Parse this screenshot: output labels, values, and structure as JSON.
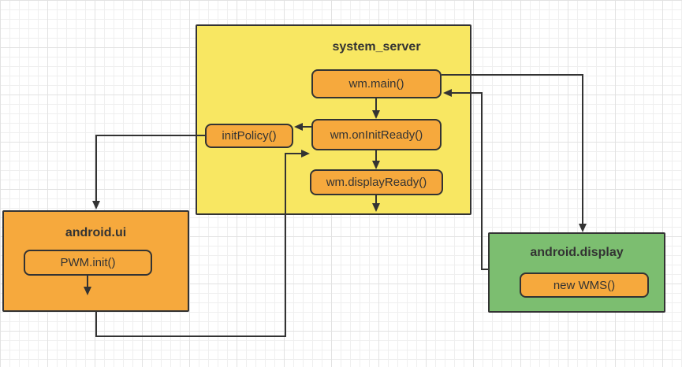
{
  "colors": {
    "background": "#ffffff",
    "grid_minor": "#efefef",
    "grid_major": "#e2e2e2",
    "yellow": "#f8e762",
    "orange": "#f6a93d",
    "green": "#7cbe70",
    "line": "#333333",
    "text": "#333333"
  },
  "diagram": {
    "system_server": {
      "title": "system_server",
      "nodes": {
        "wm_main": "wm.main()",
        "init_policy": "initPolicy()",
        "wm_on_init_ready": "wm.onInitReady()",
        "wm_display_ready": "wm.displayReady()"
      }
    },
    "android_ui": {
      "title": "android.ui",
      "nodes": {
        "pwm_init": "PWM.init()"
      }
    },
    "android_display": {
      "title": "android.display",
      "nodes": {
        "new_wms": "new WMS()"
      }
    }
  }
}
